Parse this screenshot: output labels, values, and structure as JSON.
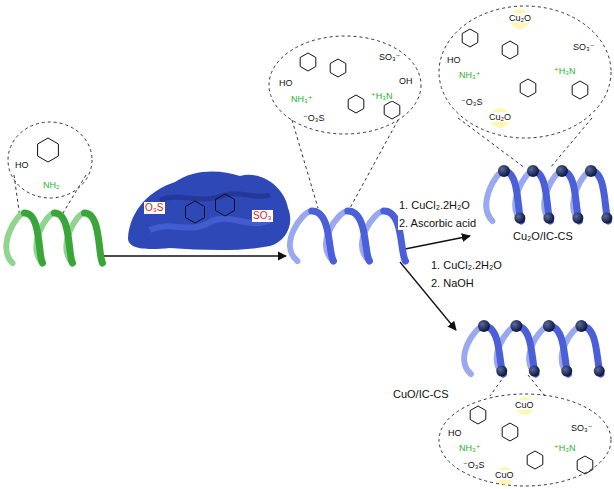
{
  "diagram": {
    "labels": [
      "1. CuCl₂.2H₂O",
      "2. Ascorbic acid",
      "Cu₂O/IC-CS",
      "1. CuCl₂.2H₂O",
      "2. NaOH",
      "CuO/IC-CS",
      "HO",
      "NH₂",
      "O₃S",
      "SO₃",
      "HO",
      "NH₃⁺",
      "⁻O₃S",
      "SO₃⁻",
      "⁺H₃N",
      "OH",
      "Cu₂O",
      "SO₃⁻",
      "HO",
      "NH₃⁺",
      "⁺H₃N",
      "⁻O₃S",
      "Cu₂O",
      "CuO",
      "SO₃⁻",
      "HO",
      "NH₃⁺",
      "⁺H₃N",
      "⁻O₃S",
      "CuO"
    ]
  }
}
